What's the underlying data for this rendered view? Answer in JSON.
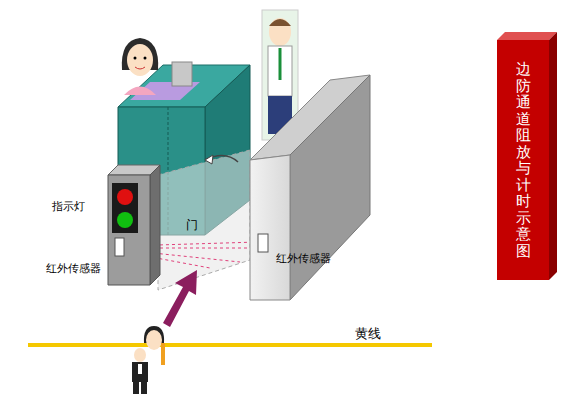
{
  "diagram": {
    "nodes": [
      {
        "text": [
          "边防通道阻放与计时示意图"
        ]
      }
    ],
    "labels": [
      "指示灯",
      "门",
      "红外传感器",
      "红外传感器",
      "黄线"
    ]
  }
}
